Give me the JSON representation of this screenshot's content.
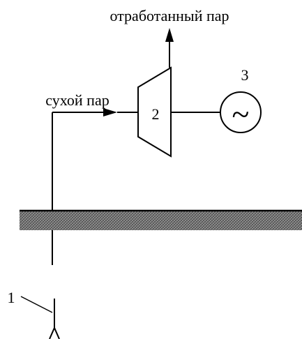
{
  "diagram": {
    "labels": {
      "exhaust_steam": "отработанный пар",
      "dry_steam": "сухой пар",
      "turbine_number": "2",
      "generator_number": "3",
      "well_number": "1",
      "generator_symbol": "~"
    },
    "components": [
      {
        "id": "1",
        "role": "well",
        "label_ref": "well_number"
      },
      {
        "id": "2",
        "role": "turbine",
        "label_ref": "turbine_number"
      },
      {
        "id": "3",
        "role": "generator",
        "label_ref": "generator_number"
      }
    ],
    "flows": [
      {
        "from": "well",
        "to": "turbine",
        "label_ref": "dry_steam"
      },
      {
        "from": "turbine",
        "to": "atmosphere",
        "label_ref": "exhaust_steam"
      }
    ],
    "colors": {
      "stroke": "#000000",
      "ground_fill": "#9a9a9a",
      "ground_hatch": "#4a4a4a",
      "background": "#ffffff"
    }
  }
}
